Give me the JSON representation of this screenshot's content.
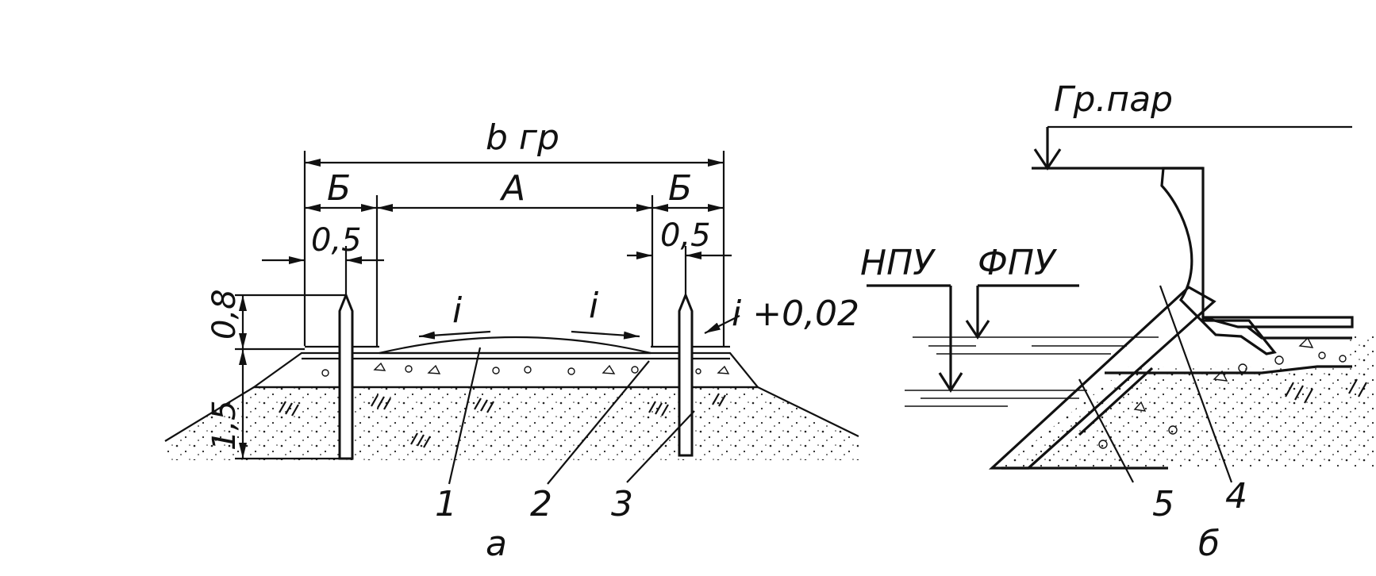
{
  "figure_a": {
    "dim_total": "b гр",
    "dim_left_shoulder": "Б",
    "dim_carriageway": "А",
    "dim_right_shoulder": "Б",
    "dim_left_offset": "0,5",
    "dim_right_offset": "0,5",
    "dim_post_height": "0,8",
    "dim_embed_depth": "1,5",
    "slope_left": "i",
    "slope_right": "i",
    "slope_shoulder": "i +0,02",
    "callout_1": "1",
    "callout_2": "2",
    "callout_3": "3",
    "caption": "а"
  },
  "figure_b": {
    "level_parapet": "Гр.пар",
    "level_npu": "НПУ",
    "level_fpu": "ФПУ",
    "callout_4": "4",
    "callout_5": "5",
    "caption": "б"
  },
  "colors": {
    "ink": "#111111",
    "paper": "#ffffff"
  }
}
